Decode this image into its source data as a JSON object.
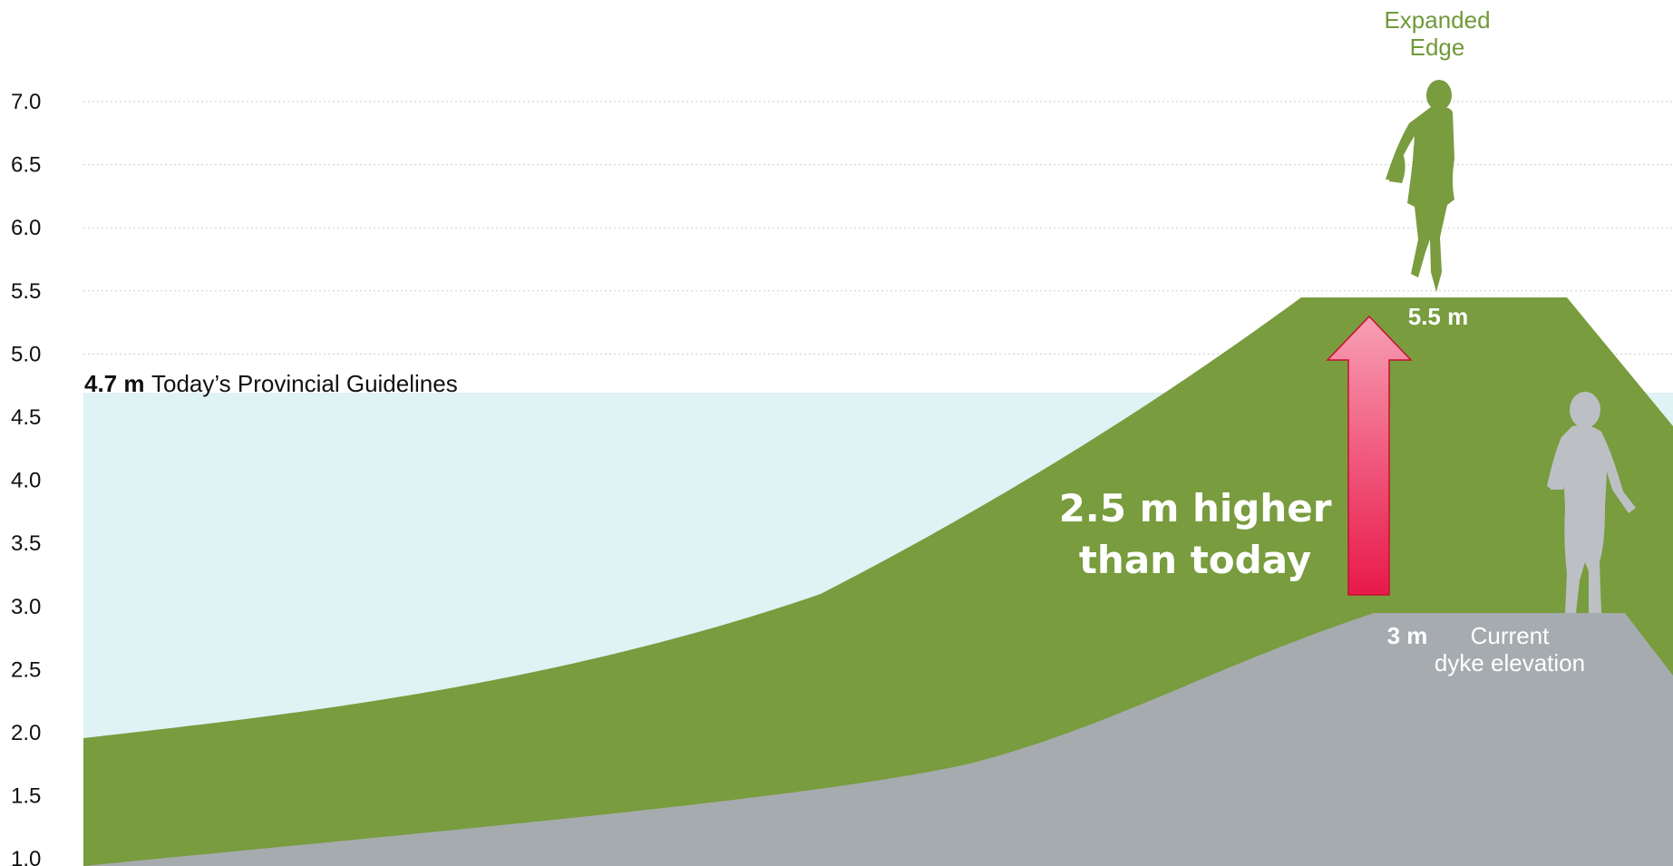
{
  "y_axis": {
    "ticks": [
      "7.0",
      "6.5",
      "6.0",
      "5.5",
      "5.0",
      "4.5",
      "4.0",
      "3.5",
      "3.0",
      "2.5",
      "2.0",
      "1.5",
      "1.0"
    ]
  },
  "guideline": {
    "value_label": "4.7 m",
    "text": "Today’s Provincial Guidelines",
    "level_m": 4.7
  },
  "expanded_edge": {
    "title_line1": "Expanded",
    "title_line2": "Edge",
    "elevation_label": "5.5 m",
    "elevation_m": 5.5
  },
  "current_dyke": {
    "elevation_label": "3 m",
    "text_line1": "Current",
    "text_line2": "dyke elevation",
    "elevation_m": 3.0
  },
  "difference": {
    "line1": "2.5 m higher",
    "line2": "than today"
  },
  "colors": {
    "water": "#dff2f4",
    "new_dyke": "#789c3e",
    "current_dyke": "#a6abaf",
    "arrow": "#e8194a",
    "current_person": "#bcc0c4",
    "edge_label": "#6f9a3a"
  },
  "icons": [
    "expanded-edge-person-icon",
    "current-dyke-person-icon",
    "raise-arrow-icon"
  ]
}
